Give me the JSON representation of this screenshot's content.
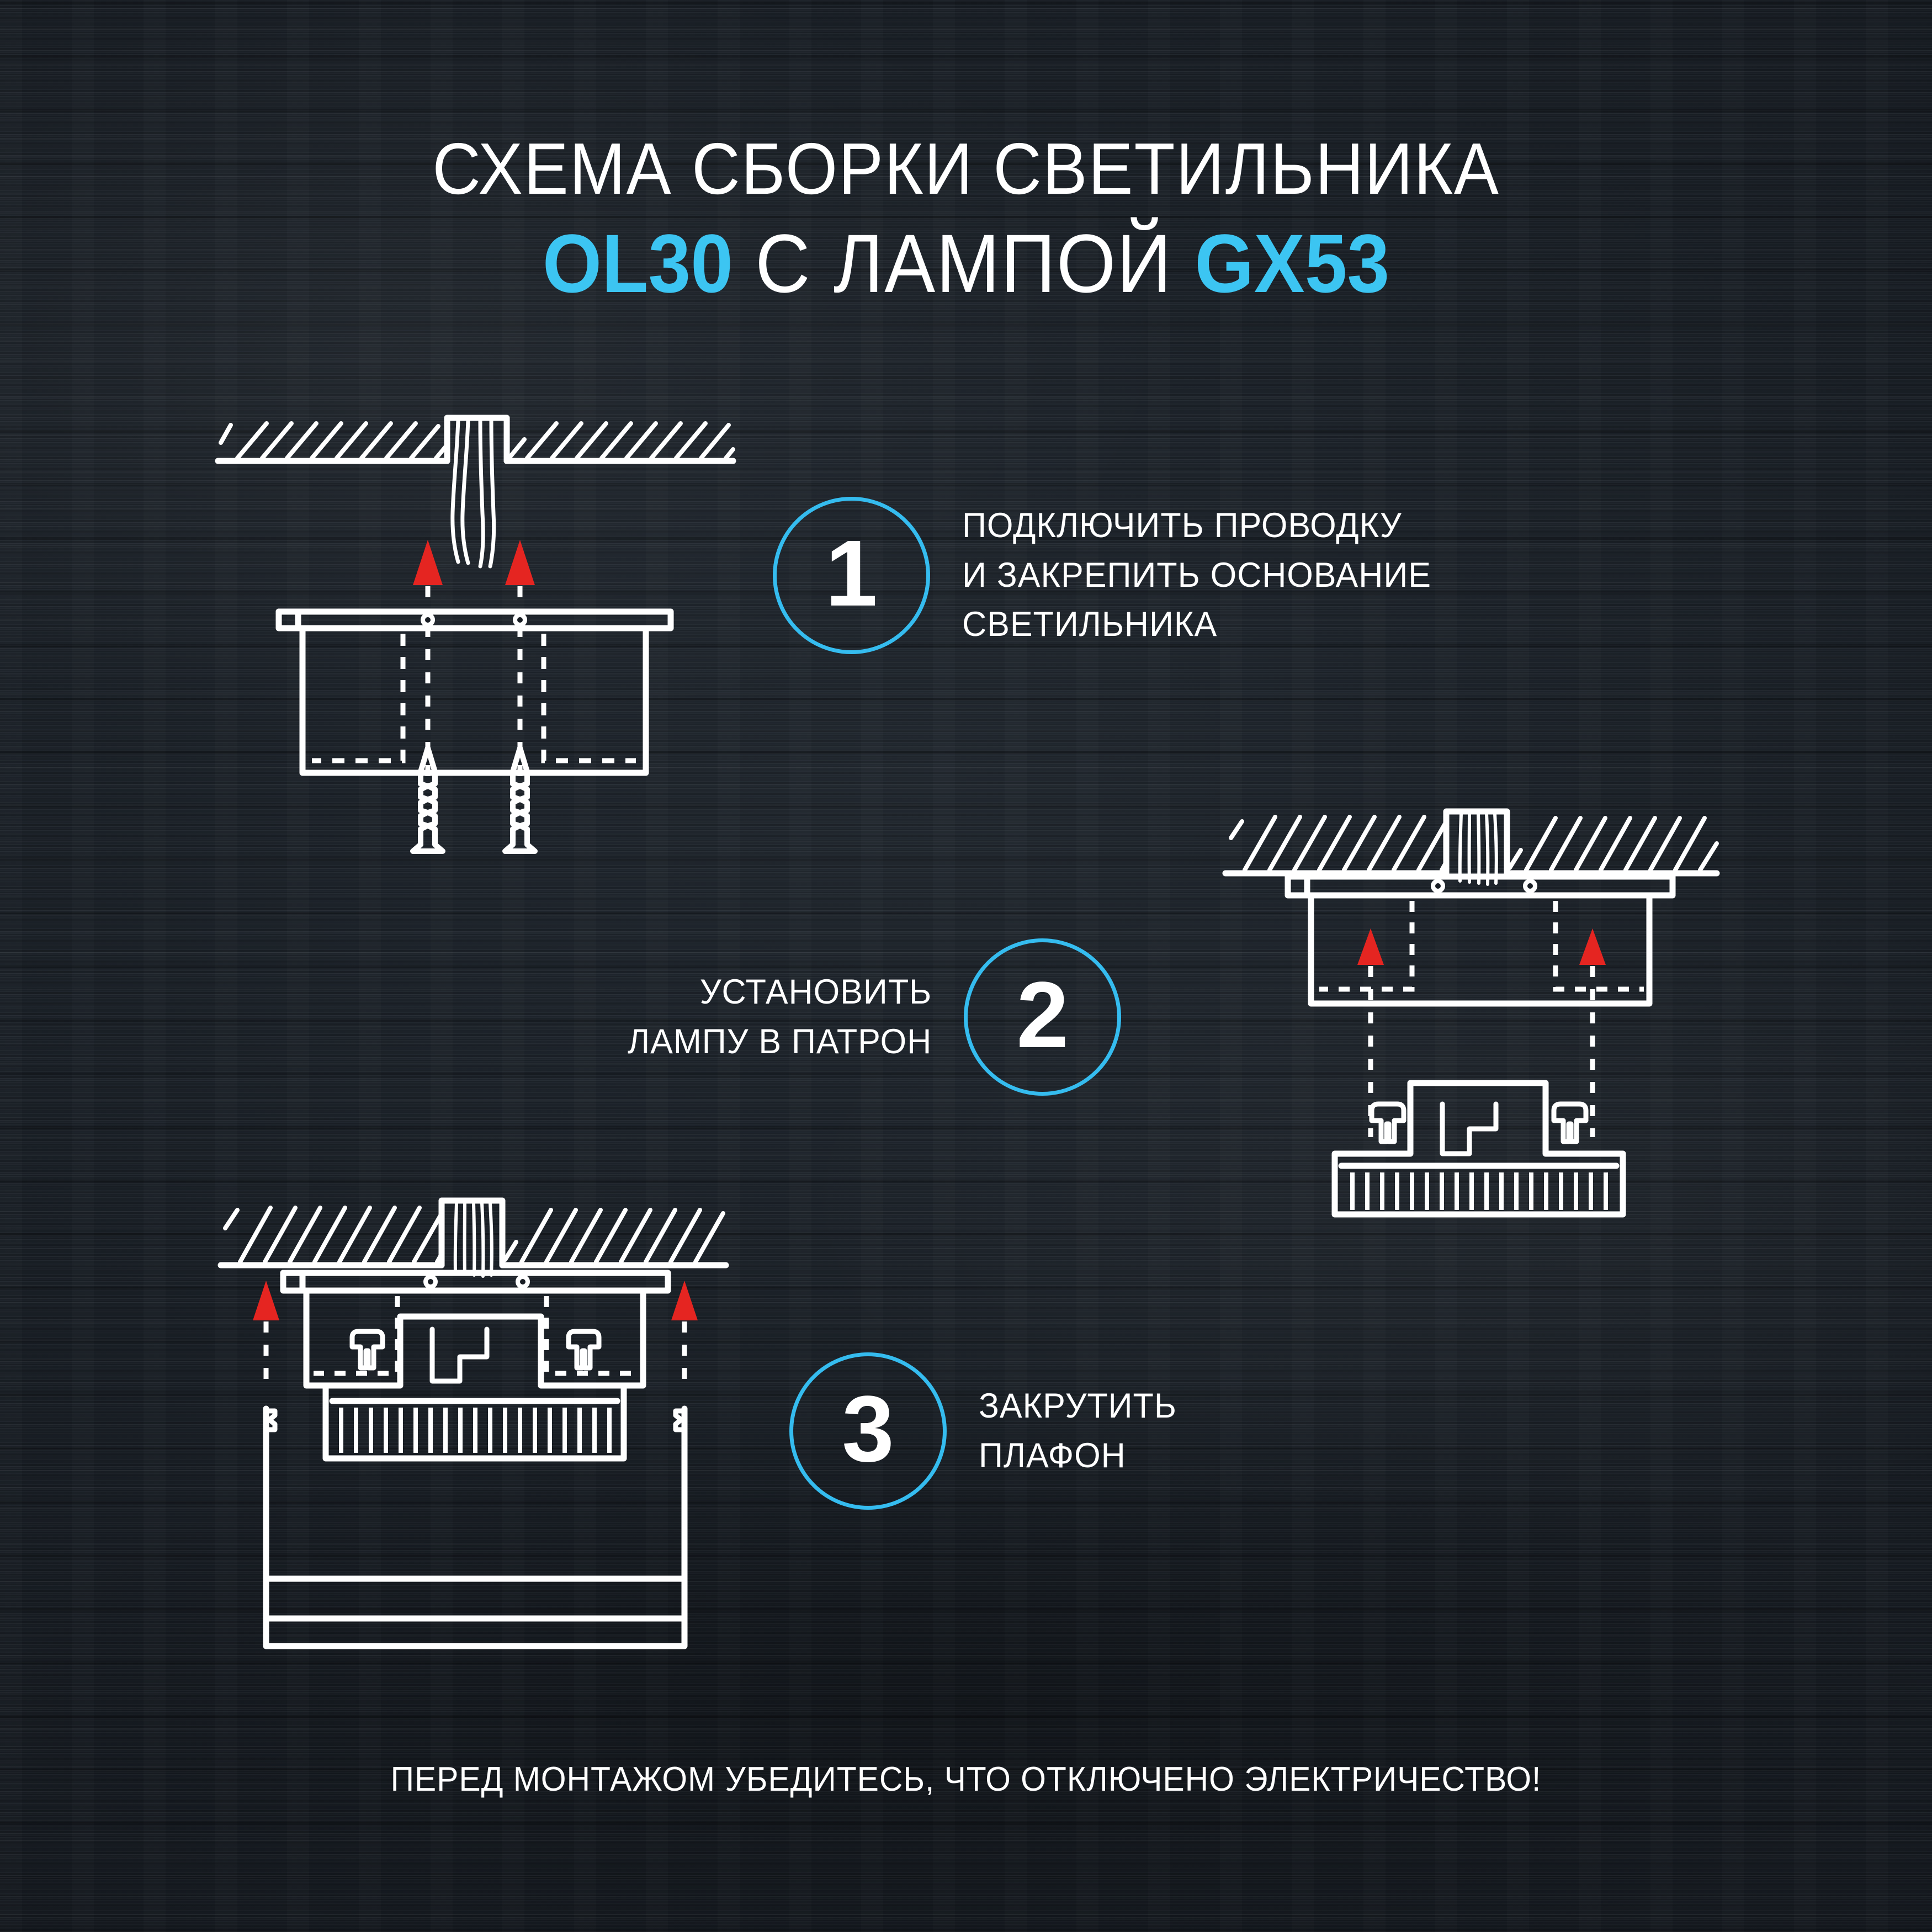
{
  "poster": {
    "title_line1": "СХЕМА СБОРКИ СВЕТИЛЬНИКА",
    "title_model": "OL30",
    "title_middle": " С ЛАМПОЙ ",
    "title_lamp": "GX53",
    "footer_warning": "ПЕРЕД МОНТАЖОМ  УБЕДИТЕСЬ, ЧТО ОТКЛЮЧЕНО ЭЛЕКТРИЧЕСТВО!"
  },
  "colors": {
    "background": "#181d24",
    "accent_blue": "#35bcef",
    "text_white": "#ffffff",
    "arrow_red": "#e52521",
    "line_white": "#ffffff"
  },
  "steps": [
    {
      "number": "1",
      "text": "ПОДКЛЮЧИТЬ ПРОВОДКУ\nИ ЗАКРЕПИТЬ ОСНОВАНИЕ\nСВЕТИЛЬНИКА",
      "align": "right",
      "diagram": "ceiling-hole-wires-base-screws"
    },
    {
      "number": "2",
      "text": "УСТАНОВИТЬ\nЛАМПУ В ПАТРОН",
      "align": "left",
      "diagram": "base-mounted-lamp-gx53"
    },
    {
      "number": "3",
      "text": "ЗАКРУТИТЬ\nПЛАФОН",
      "align": "right",
      "diagram": "lamp-installed-shade"
    }
  ]
}
